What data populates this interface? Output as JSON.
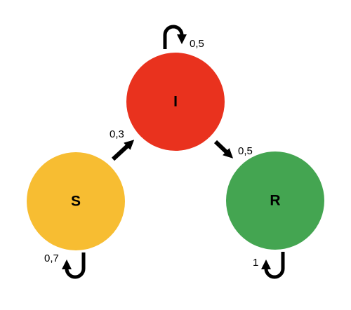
{
  "nodes": {
    "s": {
      "label": "S",
      "color": "#f7bd32"
    },
    "i": {
      "label": "I",
      "color": "#e9321e"
    },
    "r": {
      "label": "R",
      "color": "#44a551"
    }
  },
  "transitions": {
    "s_to_i": "0,3",
    "i_to_r": "0,5",
    "i_self": "0,5",
    "s_self": "0,7",
    "r_self": "1"
  }
}
